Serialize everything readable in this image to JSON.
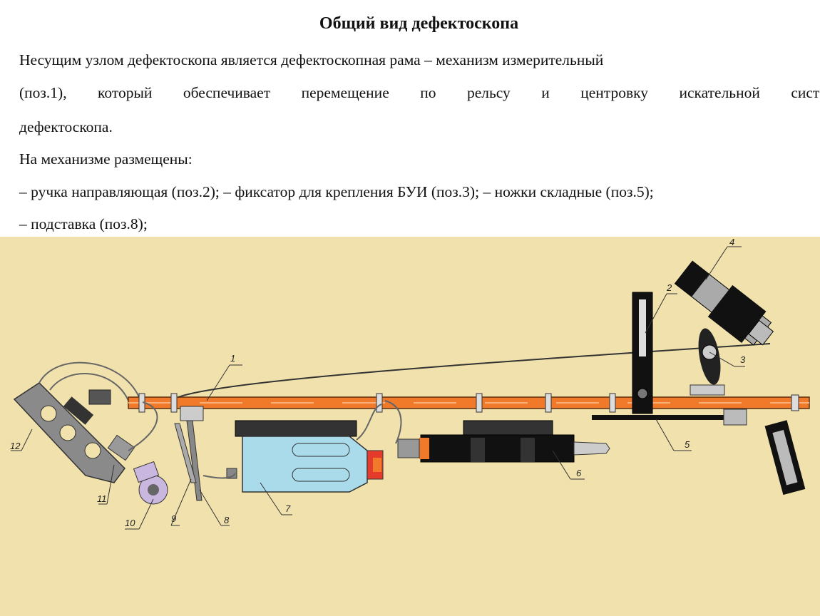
{
  "title": "Общий вид дефектоскопа",
  "paragraphs": [
    "Несущим узлом дефектоскопа является дефектоскопная рама – механизм измерительный",
    "(поз.1), который обеспечивает перемещение по рельсу и центровку искательной системы",
    "дефектоскопа."
  ],
  "list_intro": "На механизме размещены:",
  "list_lines": [
    "– ручка направляющая (поз.2); – фиксатор для крепления БУИ (поз.3); – ножки складные (поз.5);",
    "– подставка (поз.8);"
  ],
  "figure": {
    "background": "#f1e2ad",
    "rail_color": "#f07a2a",
    "tank_color": "#a9dbea",
    "callouts": [
      "1",
      "2",
      "3",
      "4",
      "5",
      "6",
      "7",
      "8",
      "9",
      "10",
      "11",
      "12"
    ]
  }
}
